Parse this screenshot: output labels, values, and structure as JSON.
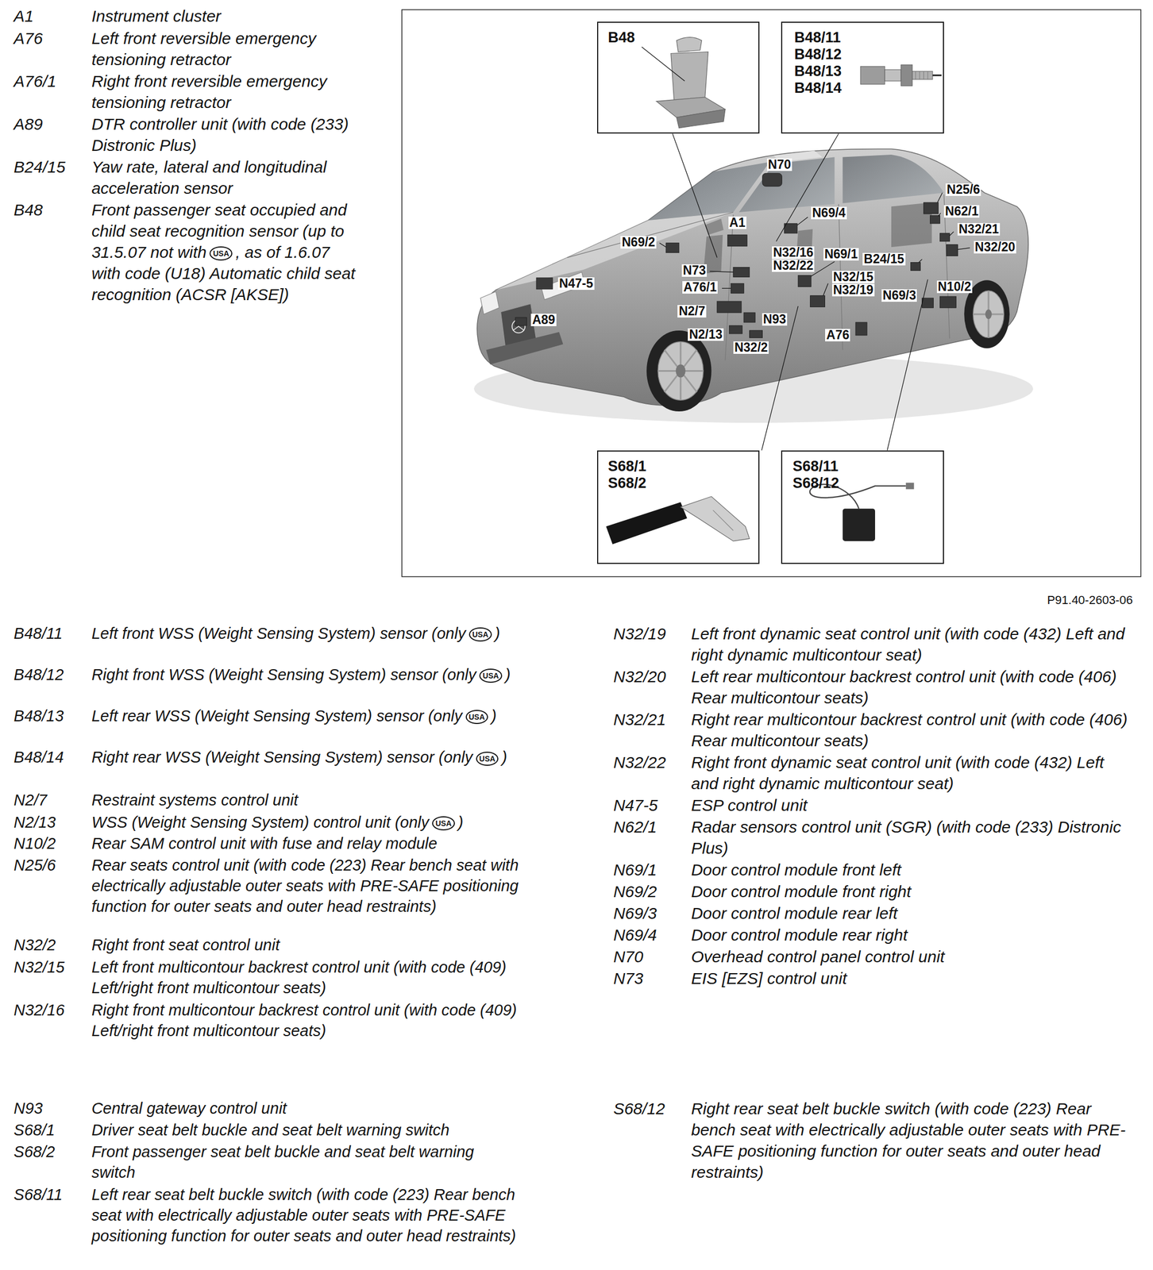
{
  "diagram": {
    "nodes": [
      {
        "text": [
          "B48"
        ]
      },
      {
        "text": [
          "B48/11",
          "B48/12",
          "B48/13",
          "B48/14"
        ]
      },
      {
        "text": [
          "S68/1",
          "S68/2"
        ]
      },
      {
        "text": [
          "S68/11",
          "S68/12"
        ]
      }
    ],
    "labels": [
      "A1",
      "Instrument cluster",
      "A76",
      "Left front reversible emergency tensioning retractor",
      "A76/1",
      "Right front reversible emergency tensioning retractor",
      "A89",
      "DTR controller unit (with code (233) Distronic Plus)",
      "B24/15",
      "Yaw rate, lateral and longitudinal acceleration sensor",
      "B48",
      "Front passenger seat occupied and child seat recognition sensor (up to 31.5.07 not with",
      "USA",
      ", as of 1.6.07 with code (U18) Automatic child seat recognition (ACSR [AKSE])",
      "N70",
      "A1",
      "N69/4",
      "N25/6",
      "N62/1",
      "N32/21",
      "N32/20",
      "N69/2",
      "N32/16",
      "N32/22",
      "N69/1",
      "B24/15",
      "N73",
      "N32/15",
      "N32/19",
      "A76/1",
      "N10/2",
      "N47-5",
      "N69/3",
      "N2/7",
      "N93",
      "A89",
      "N2/13",
      "A76",
      "N32/2",
      "P91.40-2603-06",
      "B48/11",
      "Left front WSS (Weight Sensing System) sensor (only",
      "USA",
      ")",
      "B48/12",
      "Right front WSS (Weight Sensing System) sensor (only",
      "USA",
      ")",
      "B48/13",
      "Left rear WSS (Weight Sensing System) sensor (only",
      "USA",
      ")",
      "B48/14",
      "Right rear WSS (Weight Sensing System) sensor (only",
      "USA",
      ")",
      "N2/7",
      "Restraint systems control unit",
      "N2/13",
      "WSS (Weight Sensing System) control unit (only",
      "USA",
      ")",
      "N10/2",
      "Rear SAM control unit with fuse and relay module",
      "N25/6",
      "Rear seats control unit (with code (223) Rear bench seat with electrically adjustable outer seats with PRE-SAFE positioning function for outer seats and outer head restraints)",
      "N32/2",
      "Right front seat control unit",
      "N32/15",
      "Left front multicontour backrest control unit (with code (409) Left/right front multicontour seats)",
      "N32/16",
      "Right front multicontour backrest control unit (with code (409) Left/right front multicontour seats)",
      "N93",
      "Central gateway control unit",
      "S68/1",
      "Driver seat belt buckle and seat belt warning switch",
      "S68/2",
      "Front passenger seat belt buckle and seat belt warning switch",
      "S68/11",
      "Left rear seat belt buckle switch (with code (223) Rear bench seat with electrically adjustable outer seats with PRE-SAFE positioning function for outer seats and outer head restraints)",
      "N32/19",
      "Left front dynamic seat control unit (with code (432) Left and right dynamic multicontour seat)",
      "N32/20",
      "Left rear multicontour backrest control unit (with code (406) Rear multicontour seats)",
      "N32/21",
      "Right rear multicontour backrest control unit (with code (406) Rear multicontour seats)",
      "N32/22",
      "Right front dynamic seat control unit (with code (432) Left and right dynamic multicontour seat)",
      "N47-5",
      "ESP control unit",
      "N62/1",
      "Radar sensors control unit (SGR) (with code (233) Distronic Plus)",
      "N69/1",
      "Door control module front left",
      "N69/2",
      "Door control module front right",
      "N69/3",
      "Door control module rear left",
      "N69/4",
      "Door control module rear right",
      "N70",
      "Overhead control panel control unit",
      "N73",
      "EIS [EZS] control unit",
      "S68/12",
      "Right rear seat belt buckle switch (with code (223) Rear bench seat with electrically adjustable outer seats with PRE-SAFE positioning function for outer seats and outer head restraints)"
    ]
  }
}
